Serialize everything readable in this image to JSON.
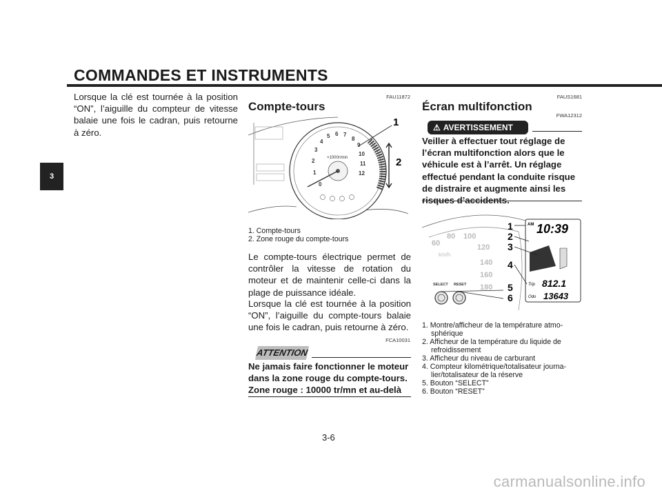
{
  "header": {
    "title": "COMMANDES ET INSTRUMENTS",
    "chapter_tab": "3"
  },
  "col1": {
    "text": "Lorsque la clé est tournée à la position “ON”, l’aiguille du compteur de vitesse balaie une fois le cadran, puis retourne à zéro."
  },
  "col2": {
    "ref_top": "FAU11872",
    "heading": "Compte-tours",
    "figure_callouts": [
      "1",
      "2"
    ],
    "gauge_ticks": [
      "0",
      "1",
      "2",
      "3",
      "4",
      "5",
      "6",
      "7",
      "8",
      "9",
      "10",
      "11",
      "12"
    ],
    "gauge_unit": "×1000r/min",
    "captions": [
      "1. Compte-tours",
      "2. Zone rouge du compte-tours"
    ],
    "para1": "Le compte-tours électrique permet de contrôler la vitesse de rotation du moteur et de maintenir celle-ci dans la plage de puissance idéale.",
    "para2": "Lorsque la clé est tournée à la position “ON”, l’aiguille du compte-tours balaie une fois le cadran, puis retourne à zéro.",
    "ref_attention": "FCA10031",
    "attention_label": "ATTENTION",
    "attention_text": "Ne jamais faire fonctionner le moteur dans la zone rouge du compte-tours. Zone rouge : 10000 tr/mn et au-delà"
  },
  "col3": {
    "ref_top": "FAUS1681",
    "heading": "Écran multifonction",
    "ref_warn": "FWA12312",
    "warning_label": "AVERTISSEMENT",
    "warning_text": "Veiller à effectuer tout réglage de l’écran multifonction alors que le véhicule est à l’arrêt. Un réglage effectué pendant la conduite risque de distraire et augmente ainsi les risques d’accidents.",
    "figure_callouts": [
      "1",
      "2",
      "3",
      "4",
      "5",
      "6"
    ],
    "display": {
      "clock": "10:39",
      "am": "AM",
      "trip_label": "Trip",
      "trip_value": "812.1",
      "odo_label": "Odo",
      "odo_value": "13643",
      "select": "SELECT",
      "reset": "RESET",
      "speed_unit": "km/h",
      "speed_ticks": [
        "60",
        "80",
        "100",
        "120",
        "140",
        "160",
        "180"
      ]
    },
    "captions": [
      "1. Montre/afficheur de la température atmo-",
      "sphérique",
      "2. Afficheur de la température du liquide de",
      "refroidissement",
      "3. Afficheur du niveau de carburant",
      "4. Compteur kilométrique/totalisateur journa-",
      "lier/totalisateur de la réserve",
      "5. Bouton “SELECT”",
      "6. Bouton “RESET”"
    ]
  },
  "footer": {
    "page_number": "3-6",
    "watermark": "carmanualsonline.info"
  }
}
